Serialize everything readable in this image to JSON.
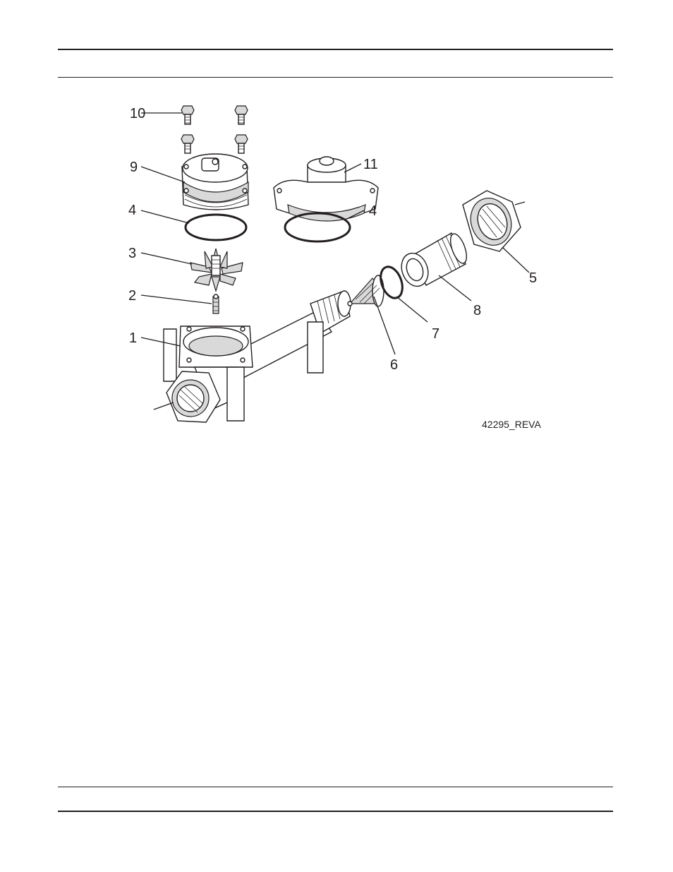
{
  "figure": {
    "id_label": "42295_REVA",
    "callouts": [
      "1",
      "2",
      "3",
      "4",
      "4",
      "5",
      "6",
      "7",
      "8",
      "9",
      "10",
      "11"
    ]
  }
}
